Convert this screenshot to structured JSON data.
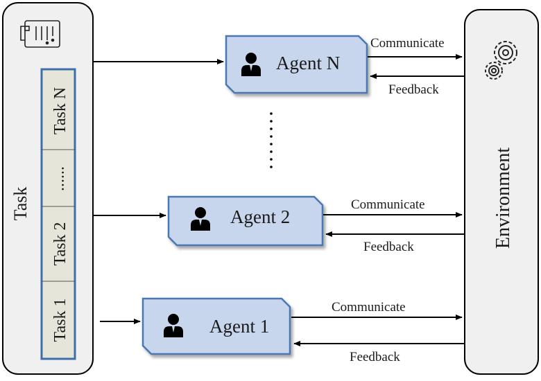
{
  "task_panel": {
    "label": "Task",
    "icon": "clipboard-icon",
    "subtasks": [
      "Task N",
      "......",
      "Task 2",
      "Task 1"
    ]
  },
  "environment_panel": {
    "label": "Environment",
    "icon": "gears-icon"
  },
  "ellipsis": ".......",
  "agents": [
    {
      "label": "Agent N",
      "communicate": "Communicate",
      "feedback": "Feedback"
    },
    {
      "label": "Agent 2",
      "communicate": "Communicate",
      "feedback": "Feedback"
    },
    {
      "label": "Agent 1",
      "communicate": "Communicate",
      "feedback": "Feedback"
    }
  ],
  "colors": {
    "panel_fill": "#f0f0f0",
    "task_fill": "#e6e5d9",
    "agent_fill": "#c7d6ec",
    "agent_border": "#4a78b2",
    "inner_border": "#3e6ea8",
    "line": "#000000"
  }
}
